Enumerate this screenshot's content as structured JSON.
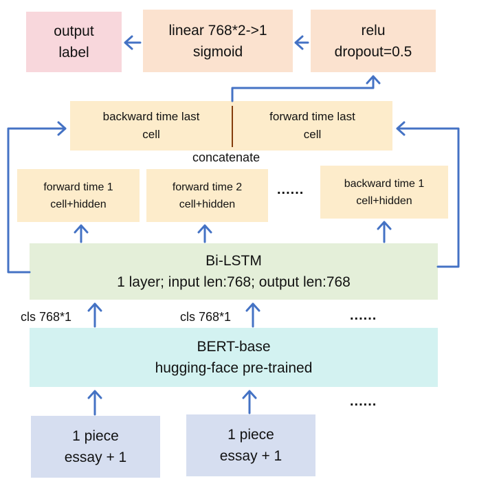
{
  "output": {
    "line1": "output",
    "line2": "label"
  },
  "linear": {
    "line1": "linear 768*2->1",
    "line2": "sigmoid"
  },
  "relu": {
    "line1": "relu",
    "line2": "dropout=0.5"
  },
  "concat": {
    "backward_line1": "backward time last",
    "backward_line2": "cell",
    "forward_line1": "forward time last",
    "forward_line2": "cell",
    "label": "concatenate"
  },
  "hidden": {
    "fwd1": {
      "line1": "forward time 1",
      "line2": "cell+hidden"
    },
    "fwd2": {
      "line1": "forward time 2",
      "line2": "cell+hidden"
    },
    "bwd1": {
      "line1": "backward time 1",
      "line2": "cell+hidden"
    },
    "dots": "......"
  },
  "bilstm": {
    "line1": "Bi-LSTM",
    "line2": "1 layer; input len:768; output len:768"
  },
  "cls": {
    "label1": "cls 768*1",
    "label2": "cls 768*1",
    "dots": "......"
  },
  "bert": {
    "line1": "BERT-base",
    "line2": "hugging-face pre-trained"
  },
  "inputs": {
    "piece1": {
      "line1": "1 piece",
      "line2": "essay + 1"
    },
    "piece2": {
      "line1": "1 piece",
      "line2": "essay + 1"
    },
    "dots": "......"
  },
  "colors": {
    "arrow": "#4472c4",
    "divider": "#843c0c",
    "output_box": "#f8d7dc",
    "linear_box": "#fbe2cf",
    "cell_box": "#fdeccb",
    "bilstm_box": "#e4efd9",
    "bert_box": "#d3f2f1",
    "input_box": "#d6def0"
  }
}
